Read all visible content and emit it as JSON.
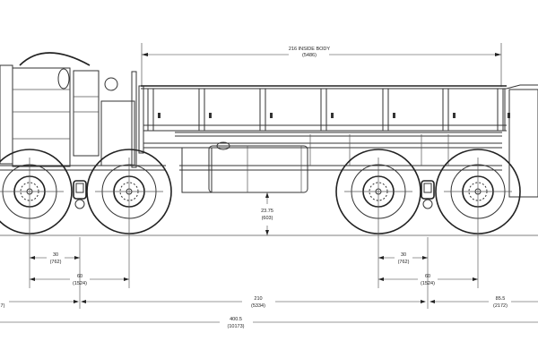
{
  "drawing": {
    "subject": "8x8 cargo truck side elevation",
    "units_note": "inches (millimeters)",
    "colors": {
      "line": "#333333",
      "dimension": "#777777",
      "background": "#ffffff"
    }
  },
  "dimensions": {
    "inside_body": {
      "value": "216 INSIDE BODY",
      "metric": "(5486)"
    },
    "ground_clearance": {
      "value": "23.75",
      "metric": "(603)"
    },
    "front_axle_half": {
      "value": "30",
      "metric": "(762)"
    },
    "front_axle_spacing": {
      "value": "60",
      "metric": "(1524)"
    },
    "rear_axle_half": {
      "value": "30",
      "metric": "(762)"
    },
    "rear_axle_spacing": {
      "value": "60",
      "metric": "(1524)"
    },
    "wheelbase": {
      "value": "210",
      "metric": "(5334)"
    },
    "rear_overhang": {
      "value": "85.5",
      "metric": "(2172)"
    },
    "front_overhang_partial": {
      "value": "",
      "metric": "7)"
    },
    "overall_length": {
      "value": "400.5",
      "metric": "(10173)"
    }
  }
}
